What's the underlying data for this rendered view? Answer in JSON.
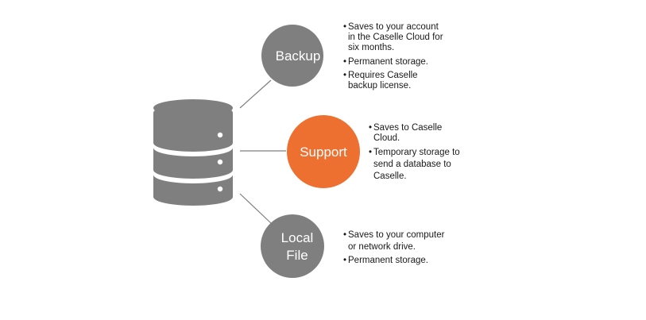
{
  "colors": {
    "neutral_node": "#7f7f7f",
    "highlight_node": "#ed7031",
    "database_icon": "#7f7f7f",
    "connector": "#7f7f7f",
    "text": "#1a1a1a",
    "node_text": "#ffffff"
  },
  "icon": "database-icon",
  "nodes": [
    {
      "id": "backup",
      "label": "Backup",
      "highlight": false,
      "bullets": [
        [
          "Saves to your account",
          "in the Caselle Cloud for",
          "six months."
        ],
        [
          "Permanent storage."
        ],
        [
          "Requires Caselle",
          "backup license."
        ]
      ]
    },
    {
      "id": "support",
      "label": "Support",
      "highlight": true,
      "bullets": [
        [
          "Saves to Caselle",
          "Cloud."
        ],
        [
          "Temporary storage to",
          "send a database to",
          "Caselle."
        ]
      ]
    },
    {
      "id": "local-file",
      "label": "Local File",
      "label_lines": [
        "Local",
        "File"
      ],
      "highlight": false,
      "bullets": [
        [
          "Saves to your computer",
          "or network drive."
        ],
        [
          "Permanent storage."
        ]
      ]
    }
  ]
}
